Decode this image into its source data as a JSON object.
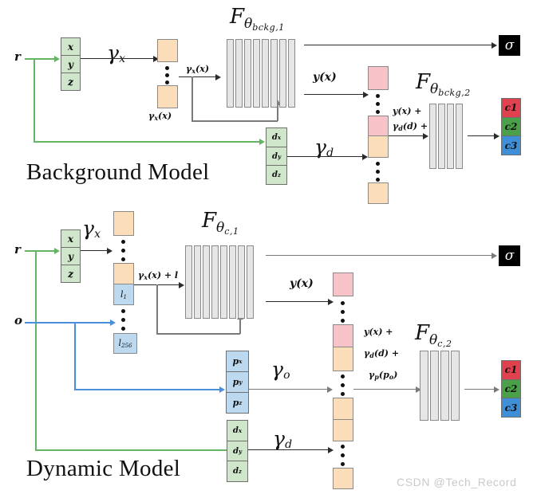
{
  "figure": {
    "watermark": "CSDN @Tech_Record",
    "colors": {
      "input_green": "#cfe6cb",
      "latent_blue": "#bcd9f0",
      "feature_orange": "#fbddb9",
      "feature_pink": "#f7c3c9",
      "mlp_gray": "#e6e6e6",
      "c1_red": "#e0414e",
      "c2_green": "#4aa14a",
      "c3_blue": "#3f8fd8",
      "ray_green": "#63b463",
      "object_blue": "#4a90d9",
      "sigma_black": "#000000"
    }
  },
  "background_model": {
    "title": "Background Model",
    "ray_label": "r",
    "position_vector": {
      "name": "position-vector",
      "cells": [
        "x",
        "y",
        "z"
      ]
    },
    "direction_vector": {
      "name": "direction-vector",
      "cells": [
        "d",
        "d",
        "d"
      ],
      "cells_full": [
        "dx",
        "dy",
        "dz"
      ]
    },
    "encoding_pos": "γ",
    "encoding_pos_sub": "x",
    "encoding_dir": "γ",
    "encoding_dir_sub": "d",
    "gamma_x_of_x_top": "γ",
    "feature_label_pos": "γx(x)",
    "mlp1": {
      "label_F": "F",
      "label_theta": "θ",
      "label_sub": "bckg,1",
      "layers": 8
    },
    "mlp2": {
      "label_F": "F",
      "label_theta": "θ",
      "label_sub": "bckg,2",
      "layers": 4
    },
    "y_of_x": "y(x)",
    "sum_line1": "y(x) +",
    "sum_line2": "γd(d) +",
    "sigma_output": "σ",
    "color_output": {
      "cells": [
        "c1",
        "c2",
        "c3"
      ]
    }
  },
  "dynamic_model": {
    "title": "Dynamic Model",
    "ray_label": "r",
    "object_label": "o",
    "position_vector": {
      "name": "position-vector",
      "cells": [
        "x",
        "y",
        "z"
      ]
    },
    "latent_code": {
      "first": "l1",
      "last": "l256"
    },
    "object_pose_vector": {
      "cells_full": [
        "px",
        "py",
        "pz"
      ]
    },
    "direction_vector": {
      "cells_full": [
        "dx",
        "dy",
        "dz"
      ]
    },
    "encoding_pos": "γ",
    "encoding_pos_sub": "x",
    "encoding_obj": "γ",
    "encoding_obj_sub": "o",
    "encoding_dir": "γ",
    "encoding_dir_sub": "d",
    "concat_label": "γx(x) + l",
    "mlp1": {
      "label_F": "F",
      "label_theta": "θ",
      "label_sub": "c,1",
      "layers": 8
    },
    "mlp2": {
      "label_F": "F",
      "label_theta": "θ",
      "label_sub": "c,2",
      "layers": 4
    },
    "y_of_x": "y(x)",
    "sum_line1": "y(x) +",
    "sum_line2": "γd(d) +",
    "sum_line3": "γp(po)",
    "sigma_output": "σ",
    "color_output": {
      "cells": [
        "c1",
        "c2",
        "c3"
      ]
    }
  }
}
